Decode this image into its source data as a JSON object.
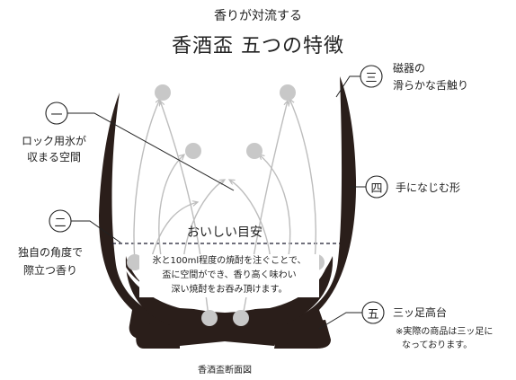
{
  "header": {
    "subtitle": "香りが対流する",
    "title": "香酒盃 五つの特徴"
  },
  "features": [
    {
      "num": "一",
      "text": [
        "ロック用氷が",
        "収まる空間"
      ]
    },
    {
      "num": "二",
      "text": [
        "独自の角度で",
        "際立つ香り"
      ]
    },
    {
      "num": "三",
      "text": [
        "磁器の",
        "滑らかな舌触り"
      ]
    },
    {
      "num": "四",
      "text": [
        "手になじむ形"
      ]
    },
    {
      "num": "五",
      "text": [
        "三ッ足高台"
      ]
    }
  ],
  "note": [
    "※実際の商品は三ッ足に",
    "なっております。"
  ],
  "guide": {
    "label": "おいしい目安",
    "desc": [
      "氷と100ml程度の焼酎を注ぐことで、",
      "盃に空間ができ、香り高く味わい",
      "深い焼酎をお吞み頂けます。"
    ]
  },
  "caption": "香酒盃断面図",
  "colors": {
    "cup": "#2a1e1a",
    "dot": "#c8c8c8",
    "arrow": "#bdbdbd",
    "text": "#222222"
  }
}
